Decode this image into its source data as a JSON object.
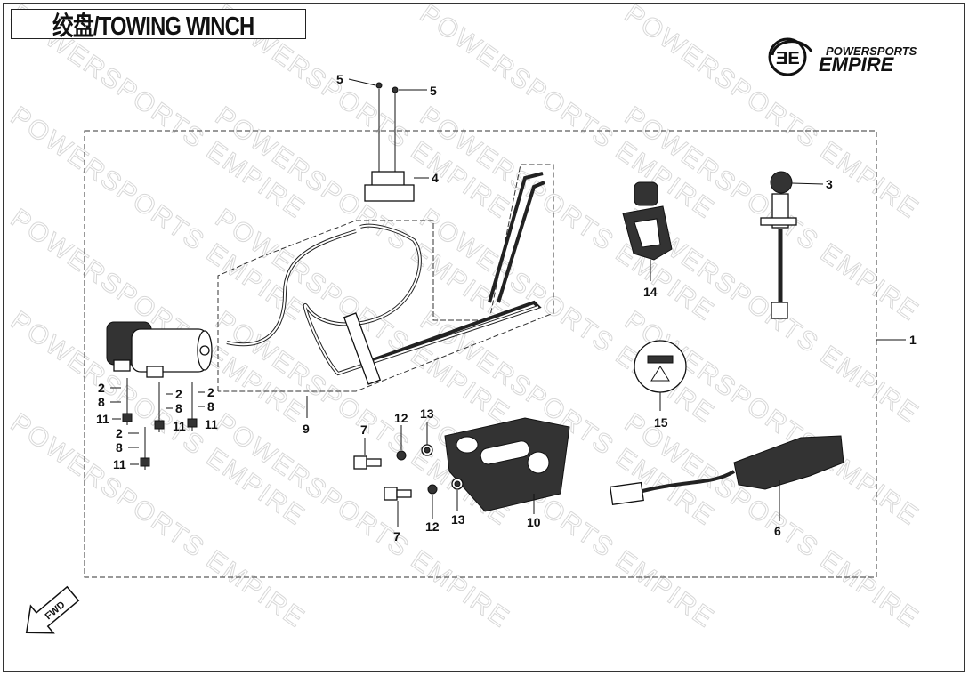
{
  "title": "绞盘/TOWING WINCH",
  "logo": {
    "line1": "POWERSPORTS",
    "line2": "EMPIRE"
  },
  "watermark": "POWERSPORTS EMPIRE",
  "fwd_label": "FWD",
  "callouts": [
    "5",
    "5",
    "4",
    "3",
    "14",
    "1",
    "15",
    "2",
    "8",
    "11",
    "2",
    "8",
    "11",
    "2",
    "8",
    "11",
    "2",
    "8",
    "11",
    "9",
    "7",
    "12",
    "13",
    "10",
    "7",
    "12",
    "13",
    "6"
  ]
}
